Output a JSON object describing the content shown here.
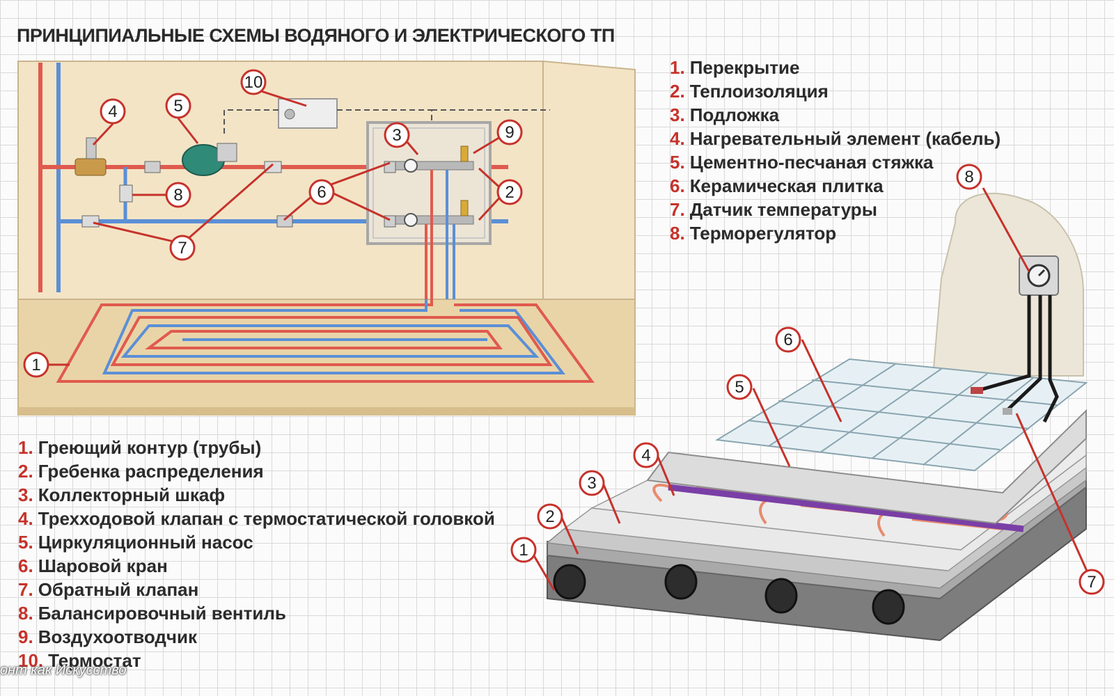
{
  "title": "ПРИНЦИПИАЛЬНЫЕ СХЕМЫ ВОДЯНОГО И ЭЛЕКТРИЧЕСКОГО ТП",
  "water_legend": [
    {
      "num": "1.",
      "text": "Греющий контур (трубы)"
    },
    {
      "num": "2.",
      "text": "Гребенка распределения"
    },
    {
      "num": "3.",
      "text": "Коллекторный шкаф"
    },
    {
      "num": "4.",
      "text": "Трехходовой клапан с термостатической головкой"
    },
    {
      "num": "5.",
      "text": "Циркуляционный насос"
    },
    {
      "num": "6.",
      "text": "Шаровой кран"
    },
    {
      "num": "7.",
      "text": "Обратный клапан"
    },
    {
      "num": "8.",
      "text": "Балансировочный вентиль"
    },
    {
      "num": "9.",
      "text": "Воздухоотводчик"
    },
    {
      "num": "10.",
      "text": "Термостат"
    }
  ],
  "electric_legend": [
    {
      "num": "1.",
      "text": "Перекрытие"
    },
    {
      "num": "2.",
      "text": "Теплоизоляция"
    },
    {
      "num": "3.",
      "text": "Подложка"
    },
    {
      "num": "4.",
      "text": "Нагревательный элемент (кабель)"
    },
    {
      "num": "5.",
      "text": "Цементно-песчаная стяжка"
    },
    {
      "num": "6.",
      "text": "Керамическая плитка"
    },
    {
      "num": "7.",
      "text": "Датчик температуры"
    },
    {
      "num": "8.",
      "text": "Терморегулятор"
    }
  ],
  "water_callouts": [
    "1",
    "2",
    "3",
    "4",
    "5",
    "6",
    "7",
    "8",
    "9",
    "10"
  ],
  "electric_callouts": [
    "1",
    "2",
    "3",
    "4",
    "5",
    "6",
    "7",
    "8"
  ],
  "watermark": "онт как Искусство",
  "colors": {
    "supply_pipe": "#e05a4e",
    "return_pipe": "#5b8fd6",
    "wall": "#f3e4c6",
    "callout_red": "#c6322b",
    "cable": "#e88a6e",
    "sensor_wire": "#7a3fa6"
  }
}
